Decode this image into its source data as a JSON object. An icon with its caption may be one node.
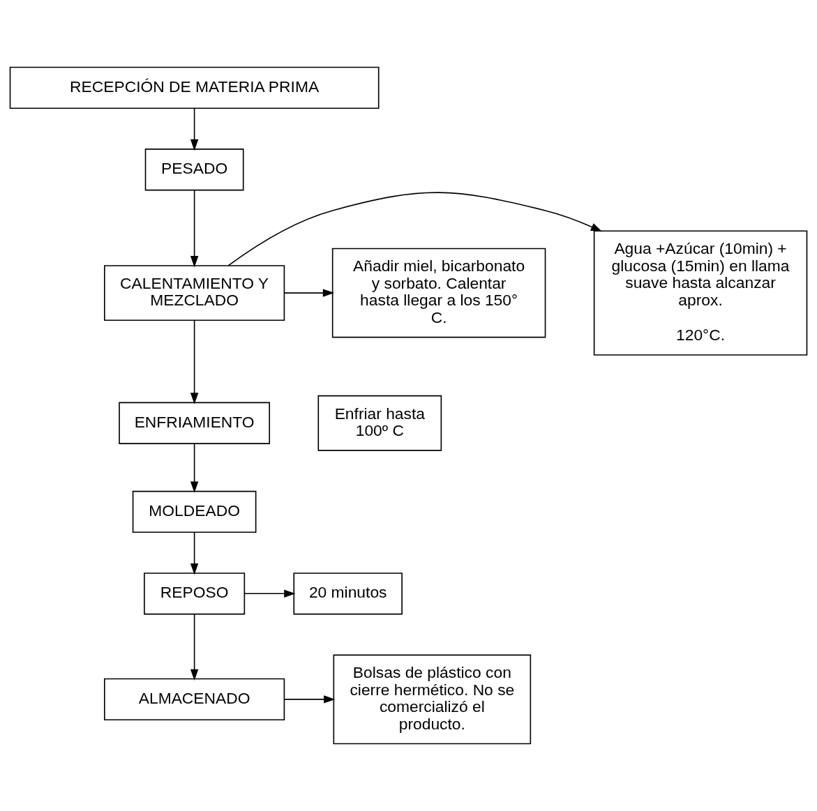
{
  "diagram": {
    "nodes": [
      {
        "text": [
          "RECEPCIÓN DE MATERIA PRIMA"
        ]
      },
      {
        "text": [
          "PESADO"
        ]
      },
      {
        "text": [
          "Agua +Azúcar (10min) + glucosa (15min) en llama suave hasta alcanzar aprox.",
          "120°C."
        ]
      },
      {
        "text": [
          "CALENTAMIENTO Y MEZCLADO"
        ]
      },
      {
        "text": [
          "Añadir miel, bicarbonato y sorbato. Calentar hasta llegar a los 150° C."
        ]
      },
      {
        "text": [
          "ENFRIAMIENTO"
        ]
      },
      {
        "text": [
          "Enfriar hasta 100º C"
        ]
      },
      {
        "text": [
          "MOLDEADO"
        ]
      },
      {
        "text": [
          "20 minutos"
        ]
      },
      {
        "text": [
          "REPOSO"
        ]
      },
      {
        "text": [
          "ALMACENADO"
        ]
      },
      {
        "text": [
          "Bolsas de plástico con cierre hermético. No se comercializó el producto."
        ]
      }
    ],
    "edges": [
      {
        "from": 0,
        "to": 1,
        "arrow": "to"
      },
      {
        "from": 1,
        "to": 3,
        "arrow": "to"
      },
      {
        "from": 3,
        "to": 2,
        "arrow": "to"
      },
      {
        "from": 3,
        "to": 4,
        "arrow": "to"
      },
      {
        "from": 3,
        "to": 5,
        "arrow": "to"
      },
      {
        "from": 5,
        "to": 7,
        "arrow": "to"
      },
      {
        "from": 7,
        "to": 9,
        "arrow": "to"
      },
      {
        "from": 9,
        "to": 8,
        "arrow": "to"
      },
      {
        "from": 9,
        "to": 10,
        "arrow": "to"
      },
      {
        "from": 10,
        "to": 11,
        "arrow": "to"
      }
    ]
  }
}
